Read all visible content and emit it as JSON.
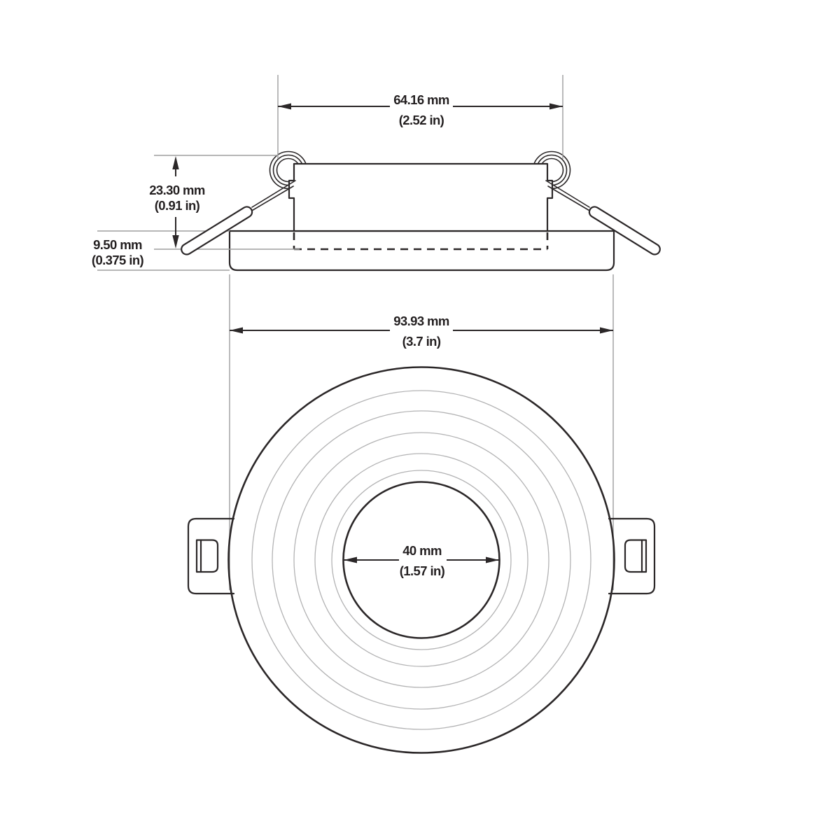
{
  "drawing": {
    "type": "technical-dimension-drawing",
    "subject": "recessed-downlight-trim-with-spring-clips",
    "background": "#ffffff",
    "colors": {
      "outline": "#2b2728",
      "extension_line": "#9d9d9e",
      "inner_ring": "#b3b3b4",
      "text": "#231f20"
    },
    "views": {
      "side": "side-profile-view",
      "front": "front-circular-view"
    },
    "dims": {
      "clip_span": {
        "mm": "64.16 mm",
        "inch": "(2.52 in)"
      },
      "housing_height": {
        "mm": "23.30 mm",
        "inch": "(0.91 in)"
      },
      "flange_height": {
        "mm": "9.50 mm",
        "inch": "(0.375 in)"
      },
      "overall_diameter": {
        "mm": "93.93 mm",
        "inch": "(3.7 in)"
      },
      "hole_diameter": {
        "mm": "40 mm",
        "inch": "(1.57 in)"
      }
    }
  }
}
